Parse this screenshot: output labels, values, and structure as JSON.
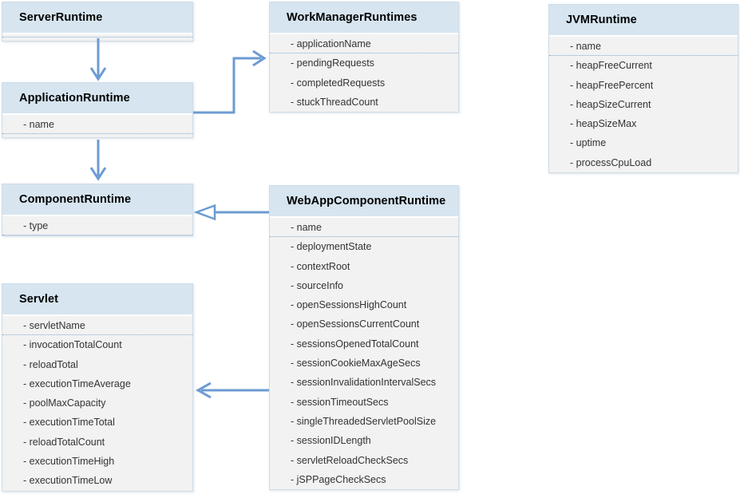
{
  "colors": {
    "header_fill": "#d6e5f0",
    "body_fill": "#f2f2f2",
    "divider": "#7fa9cc",
    "arrow": "#6c9bd2",
    "title_text": "#000000",
    "attribute_text": "#333333"
  },
  "classes": {
    "server_runtime": {
      "title": "ServerRuntime",
      "attributes": []
    },
    "application_runtime": {
      "title": "ApplicationRuntime",
      "attributes": [
        "- name"
      ]
    },
    "component_runtime": {
      "title": "ComponentRuntime",
      "attributes": [
        "- type"
      ]
    },
    "servlet": {
      "title": "Servlet",
      "attributes": [
        "- servletName",
        "- invocationTotalCount",
        "- reloadTotal",
        "- executionTimeAverage",
        "- poolMaxCapacity",
        "- executionTimeTotal",
        "- reloadTotalCount",
        "- executionTimeHigh",
        "- executionTimeLow"
      ]
    },
    "work_manager_runtimes": {
      "title": "WorkManagerRuntimes",
      "attributes": [
        "- applicationName",
        "- pendingRequests",
        "- completedRequests",
        "- stuckThreadCount"
      ]
    },
    "web_app_component_runtime": {
      "title": "WebAppComponentRuntime",
      "attributes": [
        "- name",
        "- deploymentState",
        "- contextRoot",
        "- sourceInfo",
        "- openSessionsHighCount",
        "- openSessionsCurrentCount",
        "- sessionsOpenedTotalCount",
        "- sessionCookieMaxAgeSecs",
        "- sessionInvalidationIntervalSecs",
        "- sessionTimeoutSecs",
        "- singleThreadedServletPoolSize",
        "- sessionIDLength",
        "- servletReloadCheckSecs",
        "- jSPPageCheckSecs"
      ]
    },
    "jvm_runtime": {
      "title": "JVMRuntime",
      "attributes": [
        "- name",
        "- heapFreeCurrent",
        "- heapFreePercent",
        "- heapSizeCurrent",
        "- heapSizeMax",
        "- uptime",
        "- processCpuLoad"
      ]
    }
  },
  "relationships": [
    {
      "from": "ServerRuntime",
      "to": "ApplicationRuntime",
      "style": "open-arrow"
    },
    {
      "from": "ApplicationRuntime",
      "to": "WorkManagerRuntimes",
      "style": "open-arrow"
    },
    {
      "from": "ApplicationRuntime",
      "to": "ComponentRuntime",
      "style": "open-arrow"
    },
    {
      "from": "WebAppComponentRuntime",
      "to": "ComponentRuntime",
      "style": "hollow-triangle"
    },
    {
      "from": "WebAppComponentRuntime",
      "to": "Servlet",
      "style": "open-arrow"
    }
  ]
}
